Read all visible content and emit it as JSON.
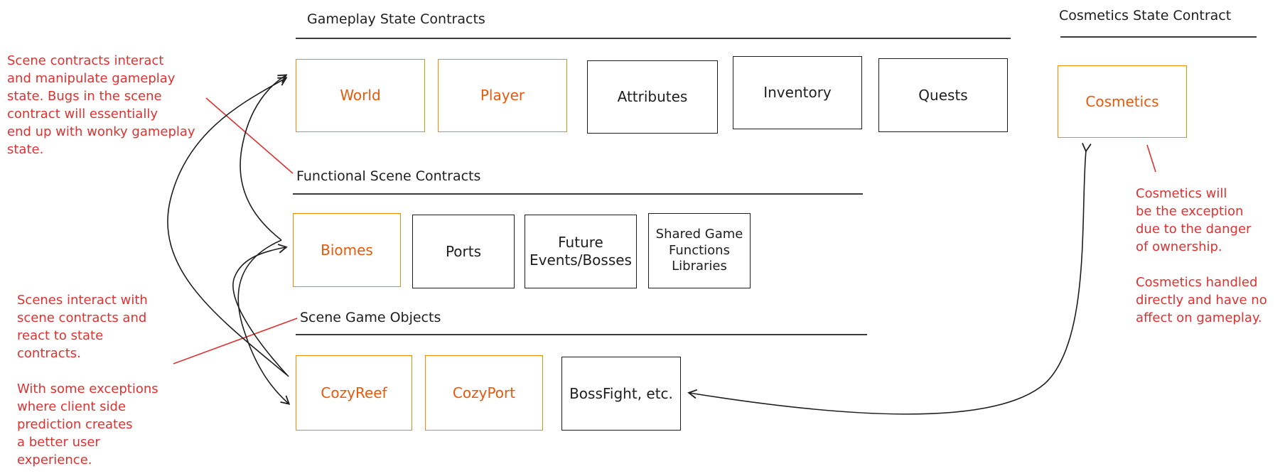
{
  "sections": {
    "gameplay_state_contracts": "Gameplay State Contracts",
    "cosmetics_state_contract": "Cosmetics State Contract",
    "functional_scene_contracts": "Functional Scene Contracts",
    "scene_game_objects": "Scene Game Objects"
  },
  "gameplay_boxes": {
    "world": "World",
    "player": "Player",
    "attributes": "Attributes",
    "inventory": "Inventory",
    "quests": "Quests"
  },
  "cosmetics_box": "Cosmetics",
  "scene_contract_boxes": {
    "biomes": "Biomes",
    "ports": "Ports",
    "future_events": "Future\nEvents/Bosses",
    "shared_game_functions": "Shared Game\nFunctions\nLibraries"
  },
  "scene_object_boxes": {
    "cozyreef": "CozyReef",
    "cozyport": "CozyPort",
    "bossfight": "BossFight, etc."
  },
  "notes": {
    "scene_contracts_note": "Scene contracts interact\nand manipulate gameplay\nstate. Bugs in the scene\ncontract will essentially\nend up with wonky gameplay\nstate.",
    "scenes_note": "Scenes interact with\nscene contracts and\nreact to state\ncontracts.\n\nWith some exceptions\nwhere client side\nprediction creates\na better user\nexperience.",
    "cosmetics_note": "Cosmetics will\nbe the exception\ndue to the danger\nof ownership.\n\nCosmetics handled\ndirectly and have no\naffect on gameplay."
  },
  "colors": {
    "orange_stroke": "#f08c00",
    "orange_text": "#e8590c",
    "black": "#1e1e1e",
    "red_note": "#e03131"
  }
}
